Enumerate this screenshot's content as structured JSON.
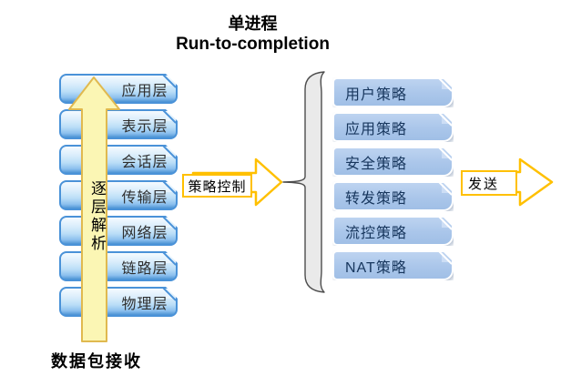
{
  "title": {
    "line1": "单进程",
    "line2": "Run-to-completion"
  },
  "osi_stack": {
    "layers": [
      "应用层",
      "表示层",
      "会话层",
      "传输层",
      "网络层",
      "链路层",
      "物理层"
    ]
  },
  "up_arrow": {
    "label": "逐层解析"
  },
  "receive_label": "数据包接收",
  "policy_control_arrow": {
    "label": "策略控制"
  },
  "policy_stack": {
    "items": [
      "用户策略",
      "应用策略",
      "安全策略",
      "转发策略",
      "流控策略",
      "NAT策略"
    ]
  },
  "send_arrow": {
    "label": "发送"
  },
  "colors": {
    "layer_border": "#4a92d8",
    "layer_fill": "#b9ddf7",
    "policy_fill": "#aac6ea",
    "policy_text": "#17365d",
    "arrow_outline": "#ffc000",
    "up_arrow_fill": "#fbf6b4",
    "up_arrow_border": "#e0b94f",
    "brace_fill": "#eaeaea",
    "brace_border": "#4d4d4d"
  }
}
